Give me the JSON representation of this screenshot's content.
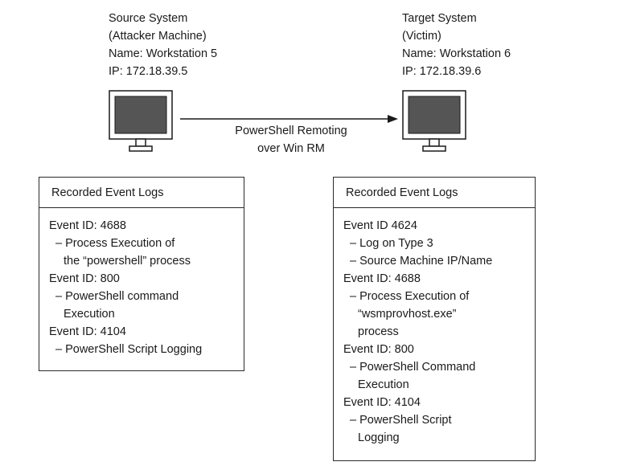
{
  "source": {
    "lines": [
      "Source System",
      "(Attacker Machine)",
      "Name: Workstation 5",
      "IP: 172.18.39.5"
    ]
  },
  "target": {
    "lines": [
      "Target System",
      "(Victim)",
      "Name: Workstation 6",
      "IP: 172.18.39.6"
    ]
  },
  "connection": {
    "lines": [
      "PowerShell Remoting",
      "over Win RM"
    ]
  },
  "source_logs": {
    "header": "Recorded Event Logs",
    "lines": [
      "Event ID: 4688",
      "– Process Execution of",
      "the “powershell” process",
      "Event ID: 800",
      "– PowerShell command",
      "Execution",
      "Event ID: 4104",
      "– PowerShell Script Logging"
    ]
  },
  "target_logs": {
    "header": "Recorded Event Logs",
    "lines": [
      "Event ID 4624",
      "– Log on Type 3",
      "– Source Machine IP/Name",
      "Event ID: 4688",
      "– Process Execution of",
      "“wsmprovhost.exe”",
      "process",
      "Event ID: 800",
      "– PowerShell Command",
      "Execution",
      "Event ID: 4104",
      "– PowerShell Script",
      "Logging"
    ]
  },
  "icons": {
    "source_monitor": "monitor-icon",
    "target_monitor": "monitor-icon",
    "arrow": "arrow-right-icon"
  },
  "colors": {
    "line": "#1a1a1a",
    "screen": "#555555"
  }
}
